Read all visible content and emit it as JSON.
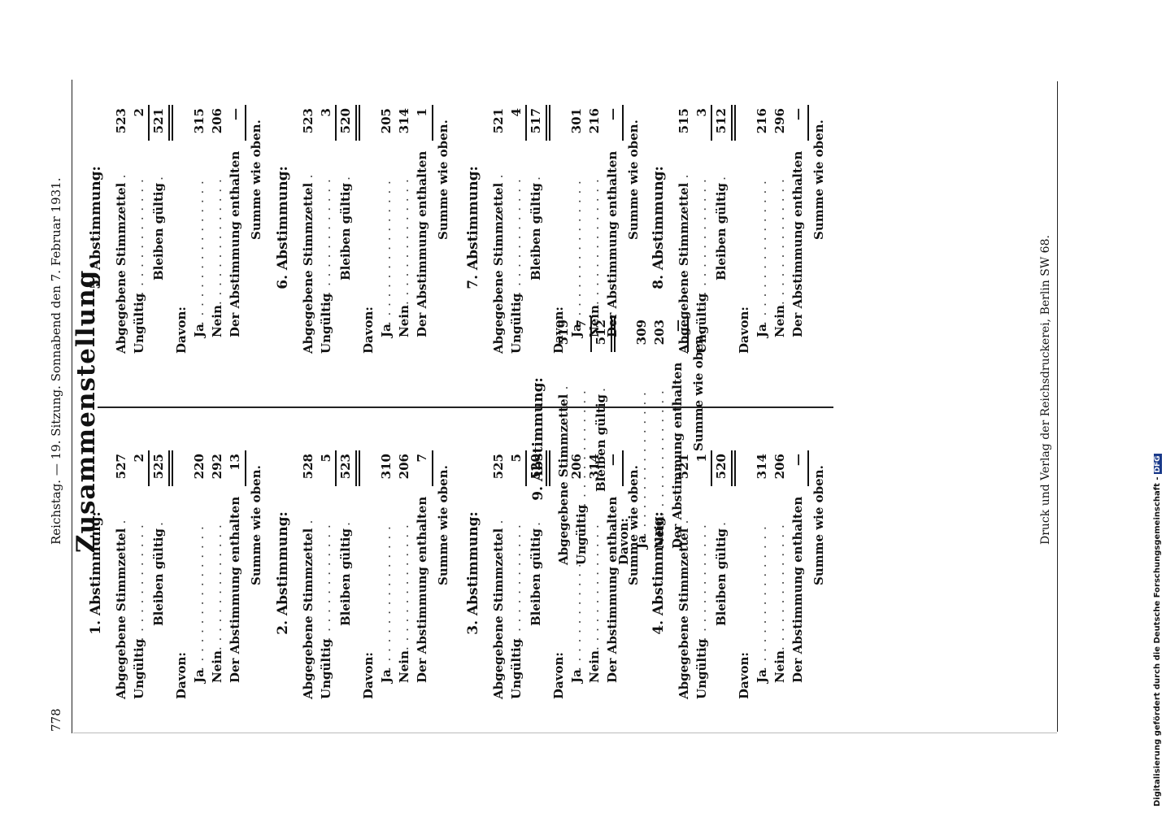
{
  "header": {
    "page_number": "778",
    "running_title": "Reichstag. — 19. Sitzung. Sonnabend den 7. Februar 1931."
  },
  "title": "Zusammenstellung.",
  "labels": {
    "abgegeben": "Abgegebene Stimmzettel",
    "ungueltig": "Ungültig",
    "bleiben": "Bleiben gültig",
    "davon": "Davon:",
    "ja": "Ja",
    "nein": "Nein",
    "enthalten": "Der Abstimmung enthalten",
    "summe": "Summe wie oben."
  },
  "sections": [
    {
      "title": "1. Abstimmung:",
      "abgegeben": "527",
      "ungueltig": "2",
      "gueltig": "525",
      "ja": "220",
      "nein": "292",
      "enthalten": "13"
    },
    {
      "title": "2. Abstimmung:",
      "abgegeben": "528",
      "ungueltig": "5",
      "gueltig": "523",
      "ja": "310",
      "nein": "206",
      "enthalten": "7"
    },
    {
      "title": "3. Abstimmung:",
      "abgegeben": "525",
      "ungueltig": "5",
      "gueltig": "520",
      "ja": "206",
      "nein": "314",
      "enthalten": "—"
    },
    {
      "title": "4. Abstimmung:",
      "abgegeben": "521",
      "ungueltig": "1",
      "gueltig": "520",
      "ja": "314",
      "nein": "206",
      "enthalten": "—"
    },
    {
      "title": "5. Abstimmung:",
      "abgegeben": "523",
      "ungueltig": "2",
      "gueltig": "521",
      "ja": "315",
      "nein": "206",
      "enthalten": "—"
    },
    {
      "title": "6. Abstimmung:",
      "abgegeben": "523",
      "ungueltig": "3",
      "gueltig": "520",
      "ja": "205",
      "nein": "314",
      "enthalten": "1"
    },
    {
      "title": "7. Abstimmung:",
      "abgegeben": "521",
      "ungueltig": "4",
      "gueltig": "517",
      "ja": "301",
      "nein": "216",
      "enthalten": "—"
    },
    {
      "title": "8. Abstimmung:",
      "abgegeben": "515",
      "ungueltig": "3",
      "gueltig": "512",
      "ja": "216",
      "nein": "296",
      "enthalten": "—"
    },
    {
      "title": "9. Abstimmung:",
      "abgegeben": "519",
      "ungueltig": "7",
      "gueltig": "512",
      "ja": "309",
      "nein": "203",
      "enthalten": "—"
    }
  ],
  "footer": "Druck und Verlag der Reichsdruckerei, Berlin SW 68.",
  "side_note": {
    "text": "Digitalisierung gefördert durch die Deutsche Forschungsgemeinschaft -",
    "logo": "DFG"
  }
}
